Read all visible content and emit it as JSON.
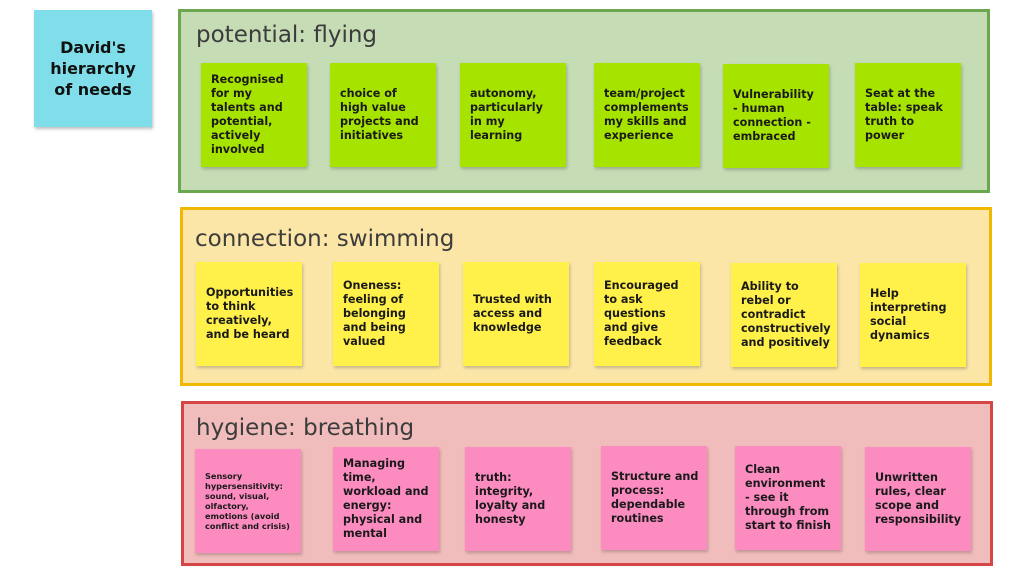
{
  "title": "David's hierarchy of needs",
  "colors": {
    "green_frame": "#6aa84f",
    "yellow_frame": "#f0b800",
    "red_frame": "#d64545",
    "green_note": "#a6e400",
    "yellow_note": "#fff04a",
    "pink_note": "#fc8bc0",
    "title_note": "#80deea"
  },
  "frames": [
    {
      "title": "potential: flying",
      "notes": [
        "Recognised for my talents and potential, actively involved",
        "choice of high value projects and initiatives",
        "autonomy, particularly in my learning",
        "team/project complements my skills and experience",
        "Vulnerability - human connection - embraced",
        "Seat at the table: speak truth to power"
      ]
    },
    {
      "title": "connection: swimming",
      "notes": [
        "Opportunities to think creatively, and be heard",
        "Oneness: feeling of belonging and being valued",
        "Trusted with access and knowledge",
        "Encouraged to ask questions and give feedback",
        "Ability to rebel or contradict constructively and positively",
        "Help interpreting social dynamics"
      ]
    },
    {
      "title": "hygiene: breathing",
      "notes": [
        "Sensory hypersensitivity: sound, visual, olfactory, emotions (avoid conflict and crisis)",
        "Managing time, workload and energy: physical and mental",
        "truth: integrity, loyalty and honesty",
        "Structure and process: dependable routines",
        "Clean environment - see it through from start to finish",
        "Unwritten rules, clear scope and responsibility"
      ]
    }
  ]
}
